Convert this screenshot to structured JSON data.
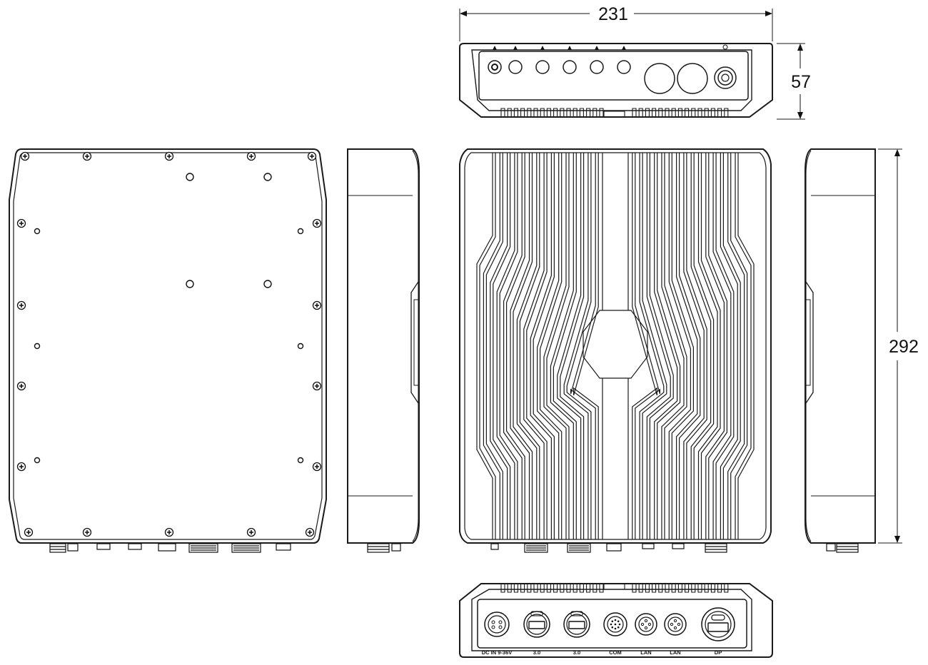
{
  "dimensions": {
    "width": "231",
    "depth": "57",
    "height": "292"
  },
  "rear_ports": [
    {
      "label": "DC IN 9-36V"
    },
    {
      "label": "3.0"
    },
    {
      "label": "3.0"
    },
    {
      "label": "COM"
    },
    {
      "label": "LAN"
    },
    {
      "label": "LAN"
    },
    {
      "label": "DP"
    }
  ],
  "views": [
    "top-view",
    "back-panel-view",
    "left-side-view",
    "front-heatsink-view",
    "right-side-view",
    "bottom-port-view"
  ]
}
